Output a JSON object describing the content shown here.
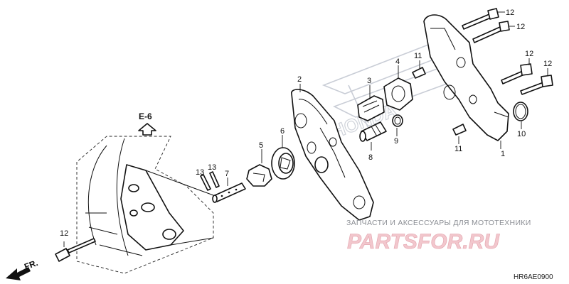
{
  "diagram": {
    "ref_section": "E-6",
    "direction_label": "FR.",
    "diagram_code": "HR6AE0900",
    "callouts": {
      "c1": "1",
      "c2": "2",
      "c3": "3",
      "c4": "4",
      "c5": "5",
      "c6": "6",
      "c7": "7",
      "c8": "8",
      "c9": "9",
      "c10": "10",
      "c11a": "11",
      "c11b": "11",
      "c12a": "12",
      "c12b": "12",
      "c12c": "12",
      "c12d": "12",
      "c12e": "12",
      "c13a": "13",
      "c13b": "13"
    }
  },
  "watermark": {
    "tagline": "ЗАПЧАСТИ И АКСЕССУАРЫ ДЛЯ МОТОТЕХНИКИ",
    "brand": "PARTSFOR.RU",
    "faint_logo": "HONDA"
  }
}
